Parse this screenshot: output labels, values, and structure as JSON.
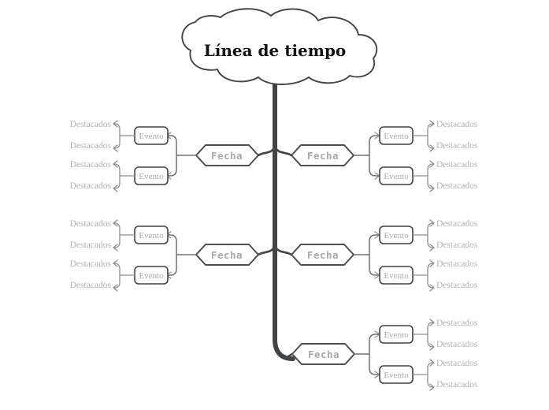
{
  "diagram": {
    "type": "mind-map",
    "root": {
      "label": "Línea de tiempo",
      "shape": "cloud"
    },
    "node_labels": {
      "date": "Fecha",
      "event": "Evento",
      "highlight": "Destacados"
    },
    "colors": {
      "trunk": "#414548",
      "root_outline": "#3f4347",
      "root_text": "#111111",
      "date_text": "#a9a9a9",
      "date_outline": "#4a4e50",
      "event_text": "#aaaaaa",
      "event_outline": "#3f4347",
      "highlight_text": "#b3b3b3",
      "connector": "#8e8e8e",
      "background": "#ffffff"
    },
    "branches": [
      {
        "id": "branch-left-1",
        "side": "left",
        "date_label": "Fecha",
        "events": [
          {
            "label": "Evento",
            "highlights": [
              "Destacados",
              "Destacados"
            ]
          },
          {
            "label": "Evento",
            "highlights": [
              "Destacados",
              "Destacados"
            ]
          }
        ]
      },
      {
        "id": "branch-right-1",
        "side": "right",
        "date_label": "Fecha",
        "events": [
          {
            "label": "Evento",
            "highlights": [
              "Destacados",
              "Destacados"
            ]
          },
          {
            "label": "Evento",
            "highlights": [
              "Destacados",
              "Destacados"
            ]
          }
        ]
      },
      {
        "id": "branch-left-2",
        "side": "left",
        "date_label": "Fecha",
        "events": [
          {
            "label": "Evento",
            "highlights": [
              "Destacados",
              "Destacados"
            ]
          },
          {
            "label": "Evento",
            "highlights": [
              "Destacados",
              "Destacados"
            ]
          }
        ]
      },
      {
        "id": "branch-right-2",
        "side": "right",
        "date_label": "Fecha",
        "events": [
          {
            "label": "Evento",
            "highlights": [
              "Destacados",
              "Destacados"
            ]
          },
          {
            "label": "Evento",
            "highlights": [
              "Destacados",
              "Destacados"
            ]
          }
        ]
      },
      {
        "id": "branch-right-3",
        "side": "right",
        "date_label": "Fecha",
        "events": [
          {
            "label": "Evento",
            "highlights": [
              "Destacados",
              "Destacados"
            ]
          },
          {
            "label": "Evento",
            "highlights": [
              "Destacados",
              "Destacados"
            ]
          }
        ]
      }
    ]
  }
}
